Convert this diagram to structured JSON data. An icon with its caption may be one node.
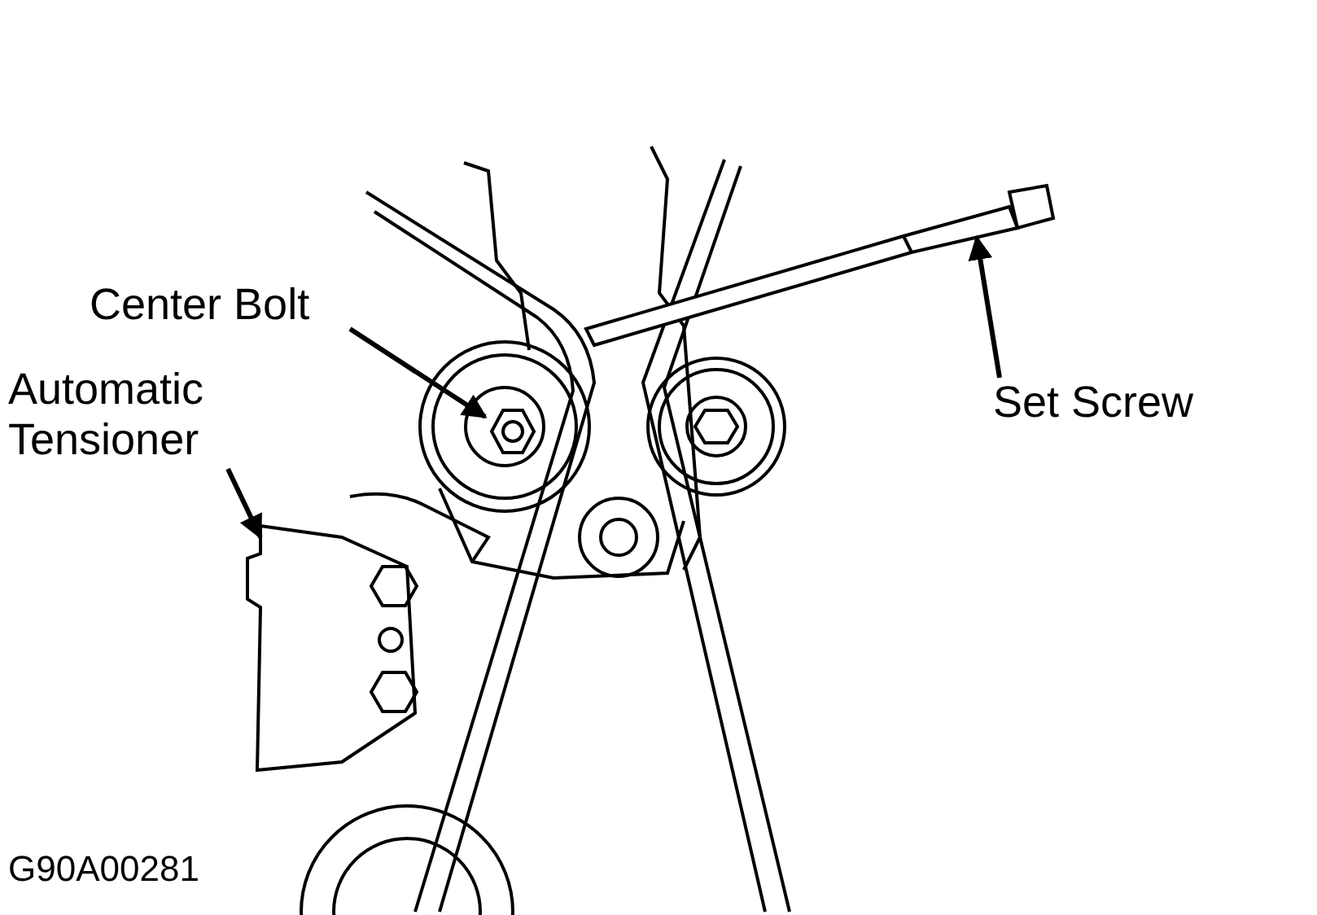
{
  "diagram": {
    "nodes": [
      {
        "text": [
          "Center Bolt"
        ]
      },
      {
        "text": [],
        "shape": "picture"
      },
      {
        "text": [
          "Automatic Tensioner"
        ]
      },
      {
        "text": [],
        "shape": "picture"
      },
      {
        "text": [
          "Set Screw"
        ]
      },
      {
        "text": [],
        "shape": "picture"
      }
    ],
    "edges": [
      {
        "from": 0,
        "to": 1,
        "arrow": "to"
      },
      {
        "from": 2,
        "to": 3,
        "arrow": "to"
      },
      {
        "from": 4,
        "to": 5,
        "arrow": "to"
      }
    ],
    "labels": [
      "G90A00281"
    ]
  }
}
